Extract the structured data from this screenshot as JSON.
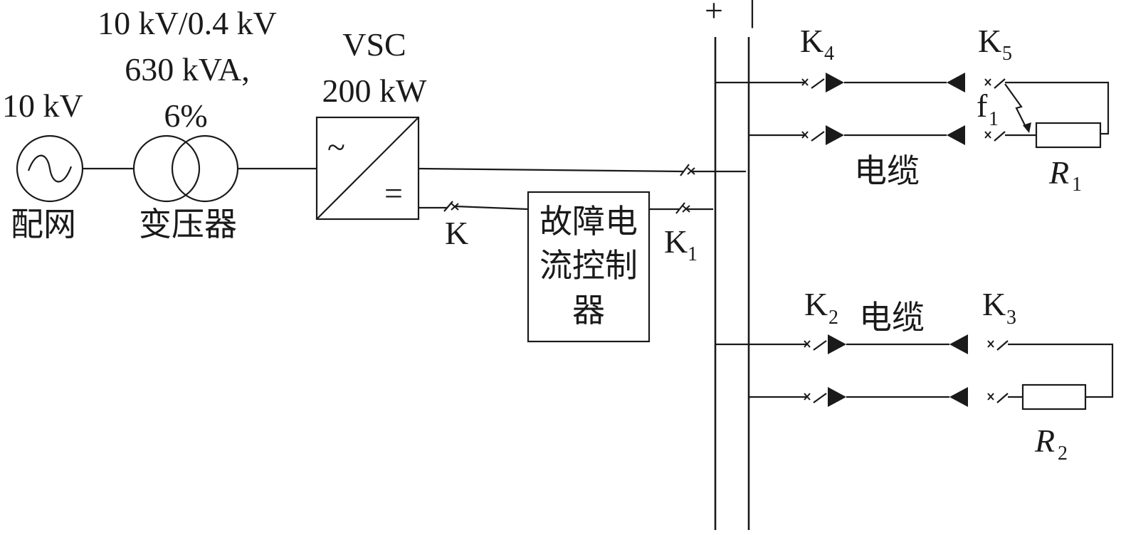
{
  "source": {
    "voltage": "10 kV",
    "name": "配网"
  },
  "transformer": {
    "rating_line1": "10 kV/0.4 kV",
    "rating_line2": "630 kVA,",
    "rating_line3": "6%",
    "name": "变压器"
  },
  "converter": {
    "name": "VSC",
    "power": "200 kW",
    "ac_symbol": "~",
    "dc_symbol": "="
  },
  "controller": {
    "line1": "故障电",
    "line2": "流控制",
    "line3": "器"
  },
  "switches": {
    "k": "K",
    "k1_main": "K",
    "k1_sub": "1",
    "k2_main": "K",
    "k2_sub": "2",
    "k3_main": "K",
    "k3_sub": "3",
    "k4_main": "K",
    "k4_sub": "4",
    "k5_main": "K",
    "k5_sub": "5"
  },
  "bus": {
    "plus": "+",
    "minus": "|"
  },
  "cables": {
    "upper_label": "电缆",
    "lower_label": "电缆"
  },
  "fault": {
    "main": "f",
    "sub": "1"
  },
  "loads": {
    "r1_main": "R",
    "r1_sub": "1",
    "r2_main": "R",
    "r2_sub": "2"
  }
}
